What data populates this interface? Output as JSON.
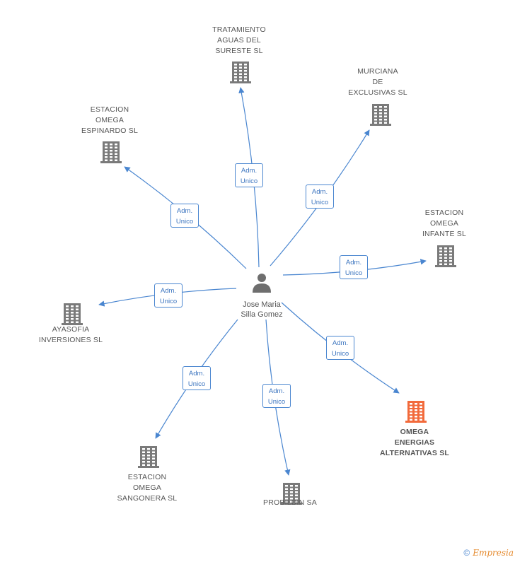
{
  "center": {
    "name": "Jose Maria\nSilla Gomez"
  },
  "companies": [
    {
      "id": "tratamiento",
      "name": "TRATAMIENTO\nAGUAS DEL\nSURESTE SL",
      "role": "Adm.\nUnico",
      "highlight": false
    },
    {
      "id": "murciana",
      "name": "MURCIANA\nDE\nEXCLUSIVAS SL",
      "role": "Adm.\nUnico",
      "highlight": false
    },
    {
      "id": "espinardo",
      "name": "ESTACION\nOMEGA\nESPINARDO  SL",
      "role": "Adm.\nUnico",
      "highlight": false
    },
    {
      "id": "infante",
      "name": "ESTACION\nOMEGA\nINFANTE SL",
      "role": "Adm.\nUnico",
      "highlight": false
    },
    {
      "id": "ayasofia",
      "name": "AYASOFIA\nINVERSIONES SL",
      "role": "Adm.\nUnico",
      "highlight": false
    },
    {
      "id": "omega_energias",
      "name": "OMEGA\nENERGIAS\nALTERNATIVAS SL",
      "role": "Adm.\nUnico",
      "highlight": true
    },
    {
      "id": "sangonera",
      "name": "ESTACION\nOMEGA\nSANGONERA SL",
      "role": "Adm.\nUnico",
      "highlight": false
    },
    {
      "id": "probildin",
      "name": "PROBILDIN SA",
      "role": "Adm.\nUnico",
      "highlight": false
    }
  ],
  "colors": {
    "edge": "#4a86d0",
    "building": "#7a7a7a",
    "highlight_building": "#f26a3b",
    "person": "#6e6e6e"
  },
  "footer": {
    "copyright": "©",
    "brand": "Empresia"
  }
}
